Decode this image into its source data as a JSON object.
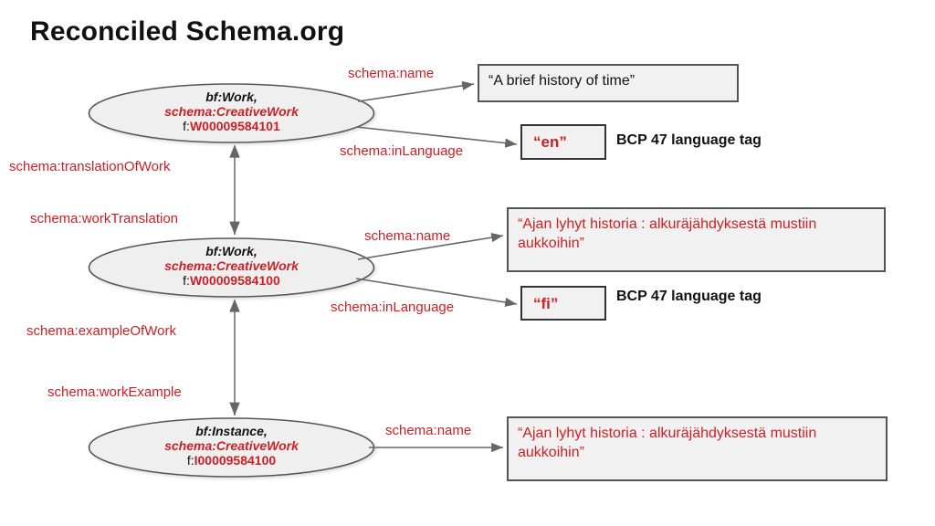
{
  "page": {
    "title": "Reconciled Schema.org",
    "colors": {
      "accent_red": "#cc2026",
      "text_black": "#111111",
      "node_fill": "#efefef",
      "node_stroke": "#555555",
      "box_fill": "#f1f1f1",
      "box_stroke": "#4d4d4d"
    }
  },
  "nodes": [
    {
      "id": "work-101",
      "type_bf": "bf:Work,",
      "type_schema": "schema:CreativeWork",
      "id_prefix": "f:",
      "id_value": "W00009584101"
    },
    {
      "id": "work-100",
      "type_bf": "bf:Work,",
      "type_schema": "schema:CreativeWork",
      "id_prefix": "f:",
      "id_value": "W00009584100"
    },
    {
      "id": "instance-100",
      "type_bf": "bf:Instance,",
      "type_schema": "schema:CreativeWork",
      "id_prefix": "f:",
      "id_value": "I00009584100"
    }
  ],
  "literals": [
    {
      "id": "name-en",
      "text": "“A brief history of time”"
    },
    {
      "id": "lang-en",
      "text": "“en”"
    },
    {
      "id": "name-fi-work",
      "text": "“Ajan lyhyt historia : alkuräjähdyksestä mustiin aukkoihin”"
    },
    {
      "id": "lang-fi",
      "text": "“fi”"
    },
    {
      "id": "name-fi-instance",
      "text": "“Ajan lyhyt historia : alkuräjähdyksestä mustiin aukkoihin”"
    }
  ],
  "edge_labels": {
    "name_top": "schema:name",
    "in_language_top": "schema:inLanguage",
    "translation_of_work": "schema:translationOfWork",
    "work_translation": "schema:workTranslation",
    "name_middle": "schema:name",
    "in_language_middle": "schema:inLanguage",
    "example_of_work": "schema:exampleOfWork",
    "work_example": "schema:workExample",
    "name_bottom": "schema:name"
  },
  "annotations": {
    "bcp_top": "BCP 47 language tag",
    "bcp_middle": "BCP 47 language tag"
  }
}
